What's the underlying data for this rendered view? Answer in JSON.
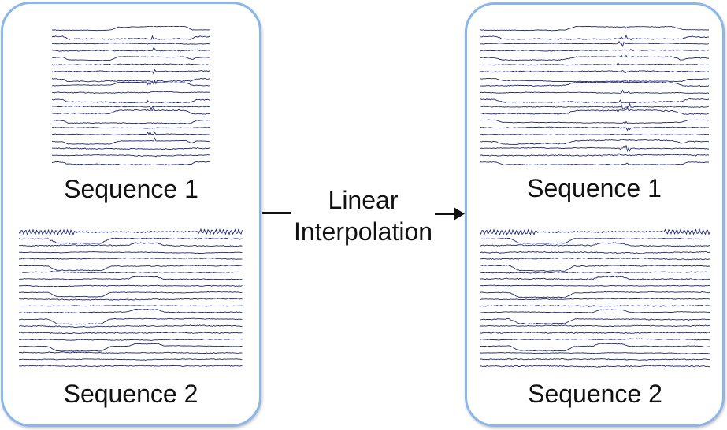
{
  "panels": {
    "input": {
      "seq1_label": "Sequence 1",
      "seq2_label": "Sequence 2"
    },
    "output": {
      "seq1_label": "Sequence 1",
      "seq2_label": "Sequence 2"
    }
  },
  "arrow": {
    "line1": "Linear",
    "line2": "Interpolation"
  },
  "colors": {
    "panel_border": "#8ab6ea",
    "signal_stroke": "#1f2a7a",
    "text": "#111111"
  }
}
